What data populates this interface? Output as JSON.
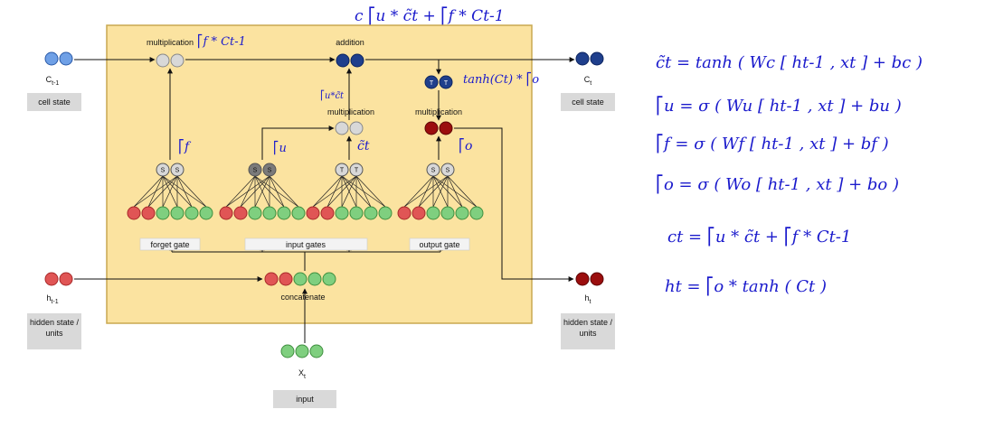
{
  "diagram": {
    "labels": {
      "multiplication_left": "multiplication",
      "addition": "addition",
      "multiplication_mid": "multiplication",
      "multiplication_right": "multiplication",
      "forget_gate": "forget gate",
      "input_gates": "input gates",
      "output_gate": "output gate",
      "concatenate": "concatenate"
    },
    "neuron_glyphs": {
      "sigmoid": "S",
      "tanh": "T"
    },
    "io": {
      "cell_prev": {
        "symbol": "C",
        "subscript": "t-1",
        "caption": "cell state"
      },
      "cell_next": {
        "symbol": "C",
        "subscript": "t",
        "caption": "cell state"
      },
      "hidden_prev": {
        "symbol": "h",
        "subscript": "t-1",
        "caption": "hidden state / units"
      },
      "hidden_next": {
        "symbol": "h",
        "subscript": "t",
        "caption": "hidden state / units"
      },
      "input": {
        "symbol": "X",
        "subscript": "t",
        "caption": "input"
      }
    },
    "colors": {
      "box_fill": "#fbe3a0",
      "box_stroke": "#c9a850",
      "blue": "#1f3f8c",
      "light_blue": "#6fa0e6",
      "red": "#e05555",
      "green": "#7fcf7f",
      "grey": "#d8d8d8",
      "dark_grey": "#7a7a7a",
      "dark_red": "#9b0e0e",
      "caption_bg": "#d9d9d9",
      "annotation": "#1a1acc"
    }
  },
  "annotations": {
    "top_formula": "c ⎡u * c̃t + ⎡f * Ct-1",
    "gamma_f_times_c": "⎡f * Ct-1",
    "tanh_times_gamma_o": "tanh(Ct) * ⎡o",
    "gamma_u_times_ct": "⎡u*c̃t",
    "gamma_f": "⎡f",
    "gamma_u": "⎡u",
    "c_tilde": "c̃t",
    "gamma_o": "⎡o",
    "equations": [
      "c̃t = tanh ( Wc [ ht-1 , xt ] + bc )",
      "⎡u = σ ( Wu [ ht-1 , xt ] + bu )",
      "⎡f = σ ( Wf [ ht-1 , xt ] + bf )",
      "⎡o = σ ( Wo [ ht-1 , xt ] + bo )",
      "ct = ⎡u * c̃t + ⎡f * Ct-1",
      "ht = ⎡o * tanh ( Ct )"
    ]
  }
}
